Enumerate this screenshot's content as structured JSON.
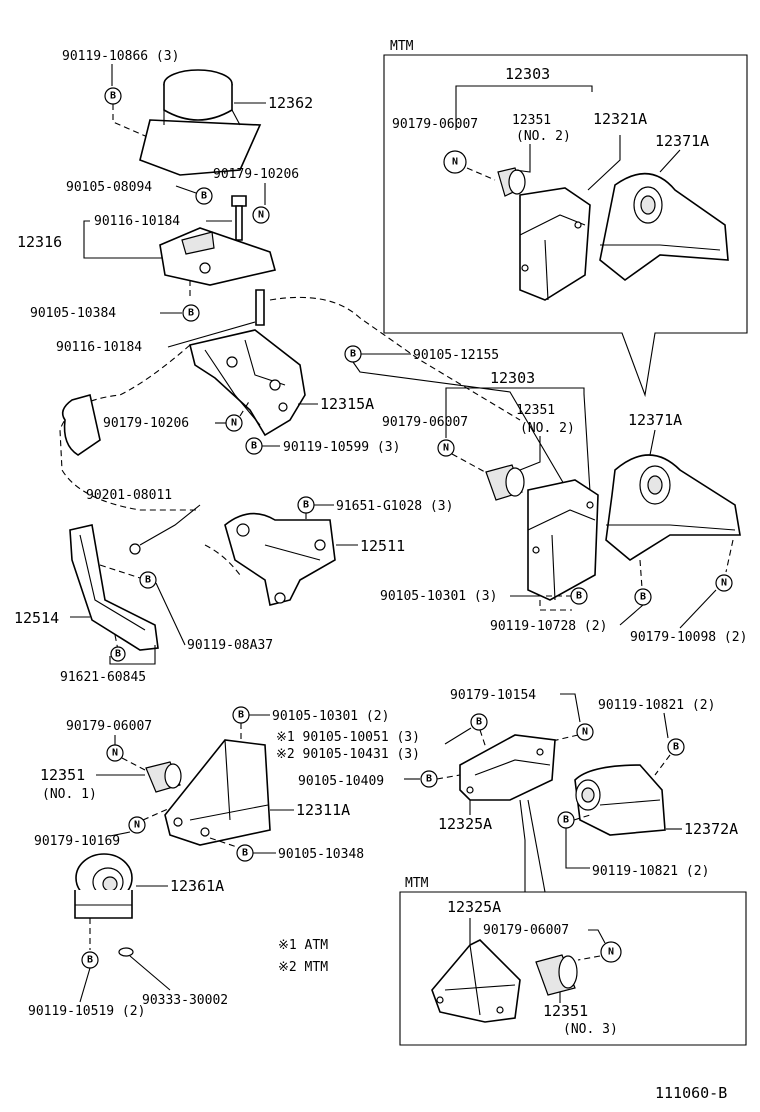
{
  "diagram_id": "111060-B",
  "boxes": {
    "mtm_top": "MTM",
    "mtm_bottom": "MTM"
  },
  "notes": {
    "n1": "※1 ATM",
    "n2": "※2 MTM"
  },
  "symbols": {
    "bolt": "B",
    "nut": "N"
  },
  "labels": {
    "p90119_10866": "90119-10866 (3)",
    "p12362": "12362",
    "p90105_08094": "90105-08094",
    "p90179_10206_a": "90179-10206",
    "p90116_10184_a": "90116-10184",
    "p12316": "12316",
    "p90105_10384": "90105-10384",
    "p90116_10184_b": "90116-10184",
    "p90105_12155": "90105-12155",
    "p12315A": "12315A",
    "p90179_10206_b": "90179-10206",
    "p90119_10599": "90119-10599 (3)",
    "p90201_08011": "90201-08011",
    "p91651_G1028": "91651-G1028 (3)",
    "p12511": "12511",
    "p12514": "12514",
    "p90119_08A37": "90119-08A37",
    "p91621_60845": "91621-60845",
    "mtm_12303": "12303",
    "mtm_90179_06007": "90179-06007",
    "mtm_12351": "12351",
    "mtm_no2": "(NO. 2)",
    "mtm_12321A": "12321A",
    "mtm_12371A": "12371A",
    "m_12303": "12303",
    "m_90179_06007": "90179-06007",
    "m_12351": "12351",
    "m_no2": "(NO. 2)",
    "m_12371A": "12371A",
    "p90105_10301_3": "90105-10301 (3)",
    "p90119_10728": "90119-10728 (2)",
    "p90179_10098": "90179-10098 (2)",
    "l_90179_06007": "90179-06007",
    "l_12351": "12351",
    "l_no1": "(NO. 1)",
    "l_90179_10169": "90179-10169",
    "p90105_10301_2": "90105-10301 (2)",
    "p90105_10051": "※1 90105-10051 (3)",
    "p90105_10431": "※2 90105-10431 (3)",
    "p12311A": "12311A",
    "p90105_10348": "90105-10348",
    "p12361A": "12361A",
    "p90333_30002": "90333-30002",
    "p90119_10519": "90119-10519 (2)",
    "p90179_10154": "90179-10154",
    "p90105_10409": "90105-10409",
    "p12325A": "12325A",
    "p90119_10821_a": "90119-10821 (2)",
    "p12372A": "12372A",
    "p90119_10821_b": "90119-10821 (2)",
    "b_12325A": "12325A",
    "b_90179_06007": "90179-06007",
    "b_12351": "12351",
    "b_no3": "(NO. 3)"
  }
}
